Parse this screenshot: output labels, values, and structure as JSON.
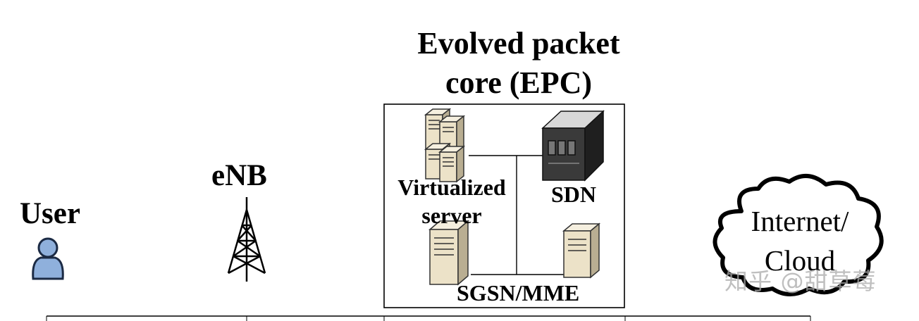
{
  "title": {
    "line1": "Evolved packet",
    "line2": "core (EPC)"
  },
  "nodes": {
    "user": "User",
    "enb": "eNB",
    "virtualized_server": {
      "line1": "Virtualized",
      "line2": "server"
    },
    "sdn": "SDN",
    "sgsn_mme": "SGSN/MME",
    "cloud": {
      "line1": "Internet/",
      "line2": "Cloud"
    }
  },
  "watermark": "知乎 @甜草莓",
  "icons": [
    "user-icon",
    "tower-icon",
    "server-stack-icon",
    "sdn-server-icon",
    "sgsn-server-icon",
    "mme-server-icon",
    "cloud-icon"
  ],
  "colors": {
    "user_fill": "#8fb0dc",
    "server_fill": "#ece2c8",
    "server_dark": "#3a3a3a"
  }
}
